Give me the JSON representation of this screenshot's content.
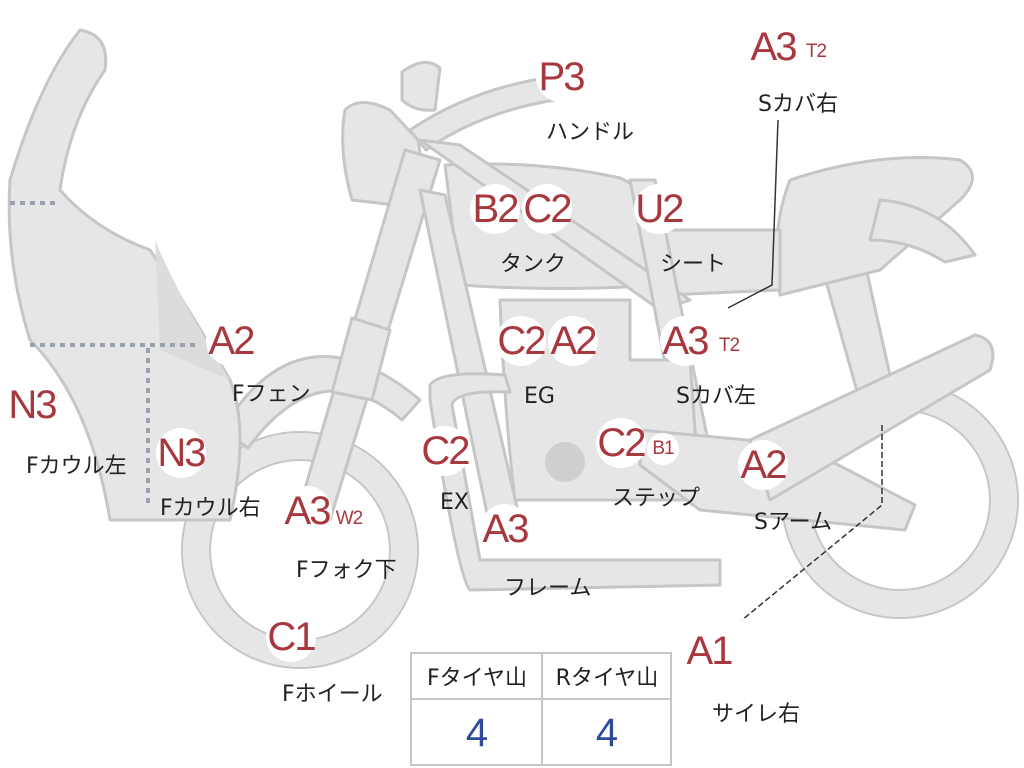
{
  "parts": [
    {
      "id": "handle",
      "label": "ハンドル",
      "grades": [
        "P3"
      ]
    },
    {
      "id": "scover-right",
      "label": "Sカバ右",
      "grades": [
        "A3",
        "T2"
      ]
    },
    {
      "id": "tank",
      "label": "タンク",
      "grades": [
        "B2",
        "C2"
      ]
    },
    {
      "id": "seat",
      "label": "シート",
      "grades": [
        "U2"
      ]
    },
    {
      "id": "scover-left",
      "label": "Sカバ左",
      "grades": [
        "A3",
        "T2"
      ]
    },
    {
      "id": "engine",
      "label": "EG",
      "grades": [
        "C2",
        "A2"
      ]
    },
    {
      "id": "front-fender",
      "label": "Fフェン",
      "grades": [
        "A2"
      ]
    },
    {
      "id": "fcowl-left",
      "label": "Fカウル左",
      "grades": [
        "N3"
      ]
    },
    {
      "id": "fcowl-right",
      "label": "Fカウル右",
      "grades": [
        "N3"
      ]
    },
    {
      "id": "exhaust",
      "label": "EX",
      "grades": [
        "C2"
      ]
    },
    {
      "id": "step",
      "label": "ステップ",
      "grades": [
        "C2",
        "B1"
      ]
    },
    {
      "id": "swingarm",
      "label": "Sアーム",
      "grades": [
        "A2"
      ]
    },
    {
      "id": "ffork-lower",
      "label": "Fフォク下",
      "grades": [
        "A3",
        "W2"
      ]
    },
    {
      "id": "frame",
      "label": "フレーム",
      "grades": [
        "A3"
      ]
    },
    {
      "id": "fwheel",
      "label": "Fホイール",
      "grades": [
        "C1"
      ]
    },
    {
      "id": "silencer-right",
      "label": "サイレ右",
      "grades": [
        "A1"
      ]
    }
  ],
  "tread_table": {
    "headers": [
      "Fタイヤ山",
      "Rタイヤ山"
    ],
    "values": [
      "4",
      "4"
    ]
  },
  "colors": {
    "outline": "#c6c6c6",
    "fill": "#e6e6e6",
    "grade": "#a8383f",
    "value": "#2f4a99"
  }
}
